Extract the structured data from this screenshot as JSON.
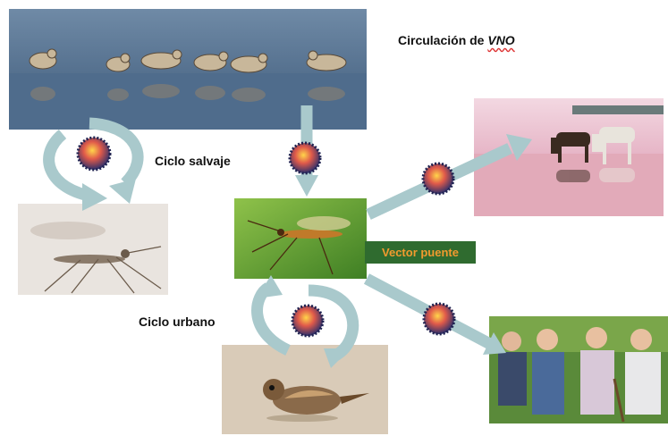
{
  "title": {
    "prefix": "Circulación de ",
    "emph": "VNO"
  },
  "labels": {
    "wild_cycle": "Ciclo salvaje",
    "urban_cycle": "Ciclo urbano",
    "bridge_vector": "Vector puente"
  },
  "colors": {
    "arrow": "#a9c9cc",
    "badge_bg": "#2f6b2f",
    "badge_text": "#f29a2e"
  }
}
